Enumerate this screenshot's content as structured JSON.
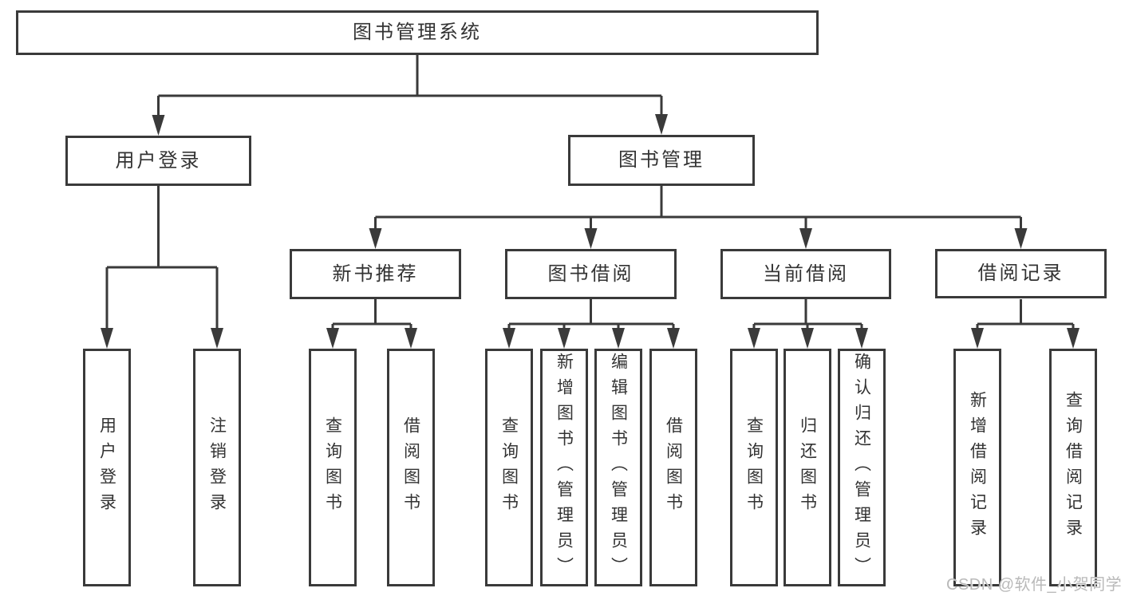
{
  "tree": {
    "label": "图书管理系统",
    "children": [
      {
        "label": "用户登录",
        "children": [
          {
            "label": "用户登录"
          },
          {
            "label": "注销登录"
          }
        ]
      },
      {
        "label": "图书管理",
        "children": [
          {
            "label": "新书推荐",
            "children": [
              {
                "label": "查询图书"
              },
              {
                "label": "借阅图书"
              }
            ]
          },
          {
            "label": "图书借阅",
            "children": [
              {
                "label": "查询图书"
              },
              {
                "label": "新增图书（管理员）"
              },
              {
                "label": "编辑图书（管理员）"
              },
              {
                "label": "借阅图书"
              }
            ]
          },
          {
            "label": "当前借阅",
            "children": [
              {
                "label": "查询图书"
              },
              {
                "label": "归还图书"
              },
              {
                "label": "确认归还（管理员）"
              }
            ]
          },
          {
            "label": "借阅记录",
            "children": [
              {
                "label": "新增借阅记录"
              },
              {
                "label": "查询借阅记录"
              }
            ]
          }
        ]
      }
    ]
  },
  "watermark": {
    "text": "CSDN @软件_小贺同学"
  },
  "colors": {
    "line": "#3a3a3a",
    "text": "#333333",
    "box_fill": "#ffffff",
    "watermark": "#b9b9b9"
  }
}
